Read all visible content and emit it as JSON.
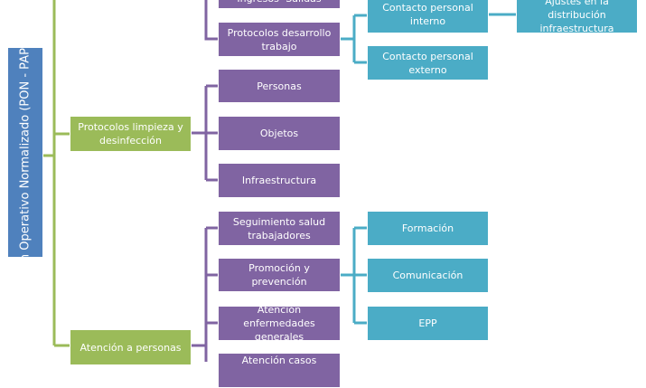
{
  "root": {
    "label": "Plan Operativo Normalizado (PON - PAPSO)",
    "color": "#4f81bd"
  },
  "level1": [
    {
      "label": "Protocolos limpieza y desinfección"
    },
    {
      "label": "Atención a personas"
    }
  ],
  "level2": [
    {
      "label": "Ingresos -Salidas"
    },
    {
      "label": "Protocolos desarrollo trabajo"
    },
    {
      "label": "Personas"
    },
    {
      "label": "Objetos"
    },
    {
      "label": "Infraestructura"
    },
    {
      "label": "Seguimiento salud trabajadores"
    },
    {
      "label": "Promoción y prevención"
    },
    {
      "label": "Atención enfermedades generales"
    },
    {
      "label": "Atención casos"
    }
  ],
  "level3": [
    {
      "label": "Contacto personal interno"
    },
    {
      "label": "Contacto personal externo"
    },
    {
      "label": "Formación"
    },
    {
      "label": "Comunicación"
    },
    {
      "label": "EPP"
    }
  ],
  "level4": [
    {
      "label": "Ajustes en la distribución infraestructura"
    }
  ],
  "colors": {
    "level1": "#9bbb59",
    "level2": "#8064a2",
    "level3": "#4bacc6"
  }
}
